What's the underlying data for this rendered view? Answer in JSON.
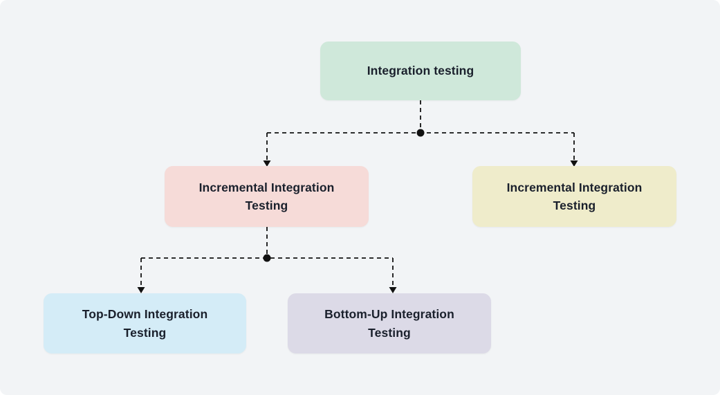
{
  "diagram": {
    "background": "#f2f4f6",
    "text_color": "#1a202c",
    "connector_color": "#111111",
    "nodes": {
      "root": {
        "label": "Integration testing",
        "bg": "#cfe8da"
      },
      "incremental_left": {
        "label": "Incremental Integration Testing",
        "bg": "#f6dbd8"
      },
      "incremental_right": {
        "label": "Incremental Integration Testing",
        "bg": "#efeccb"
      },
      "top_down": {
        "label": "Top-Down Integration Testing",
        "bg": "#d4ecf7"
      },
      "bottom_up": {
        "label": "Bottom-Up Integration Testing",
        "bg": "#dcdae7"
      }
    }
  }
}
